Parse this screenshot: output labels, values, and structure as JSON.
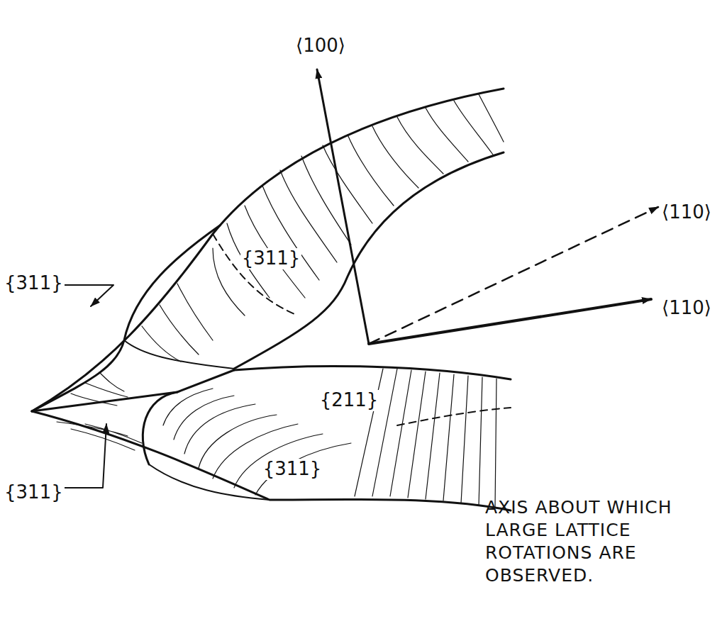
{
  "diagram": {
    "labels": [
      "⟨100⟩",
      "⟨110⟩",
      "{311}",
      "{311}",
      "{211}",
      "⟨110⟩",
      "{311}",
      "{311}",
      "AXIS ABOUT WHICH LARGE LATTICE ROTATIONS ARE OBSERVED."
    ]
  }
}
